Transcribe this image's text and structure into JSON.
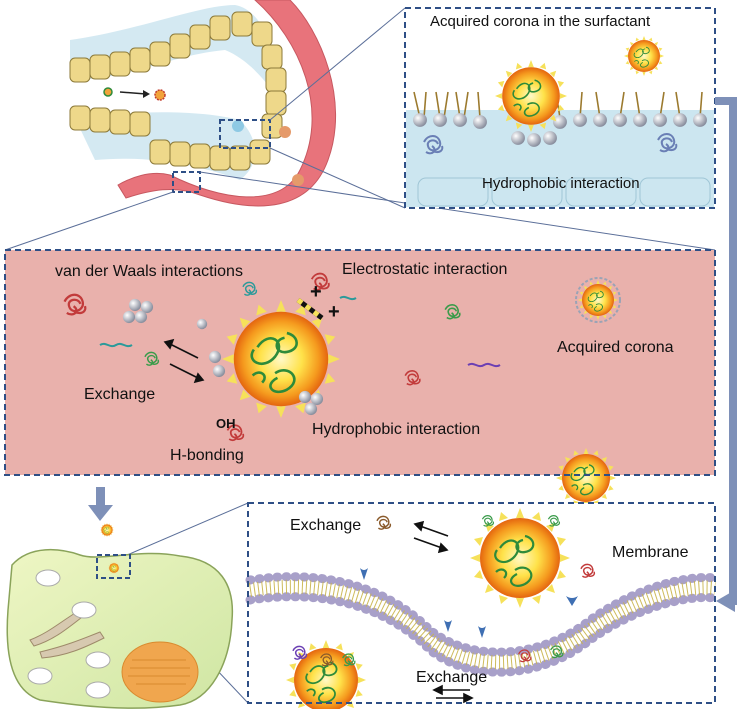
{
  "panels": {
    "top_right": {
      "title": "Acquired corona in the surfactant",
      "caption": "Hydrophobic interaction"
    },
    "middle": {
      "vdw": "van der Waals interactions",
      "electrostatic": "Electrostatic interaction",
      "acquired": "Acquired corona",
      "exchange": "Exchange",
      "oh": "OH",
      "hydrophobic": "Hydrophobic interaction",
      "hbond": "H-bonding"
    },
    "bottom_right": {
      "exchange_top": "Exchange",
      "membrane": "Membrane",
      "exchange_bottom": "Exchange"
    }
  },
  "colors": {
    "frame": "#2e4f86",
    "arrow": "#7e90b8",
    "pink_panel": "#e9b1ac",
    "tissue": "#e8737b",
    "cell_fill": "#e6efb9",
    "np_core": "#f4d23a",
    "np_shell": "#f28a22"
  }
}
